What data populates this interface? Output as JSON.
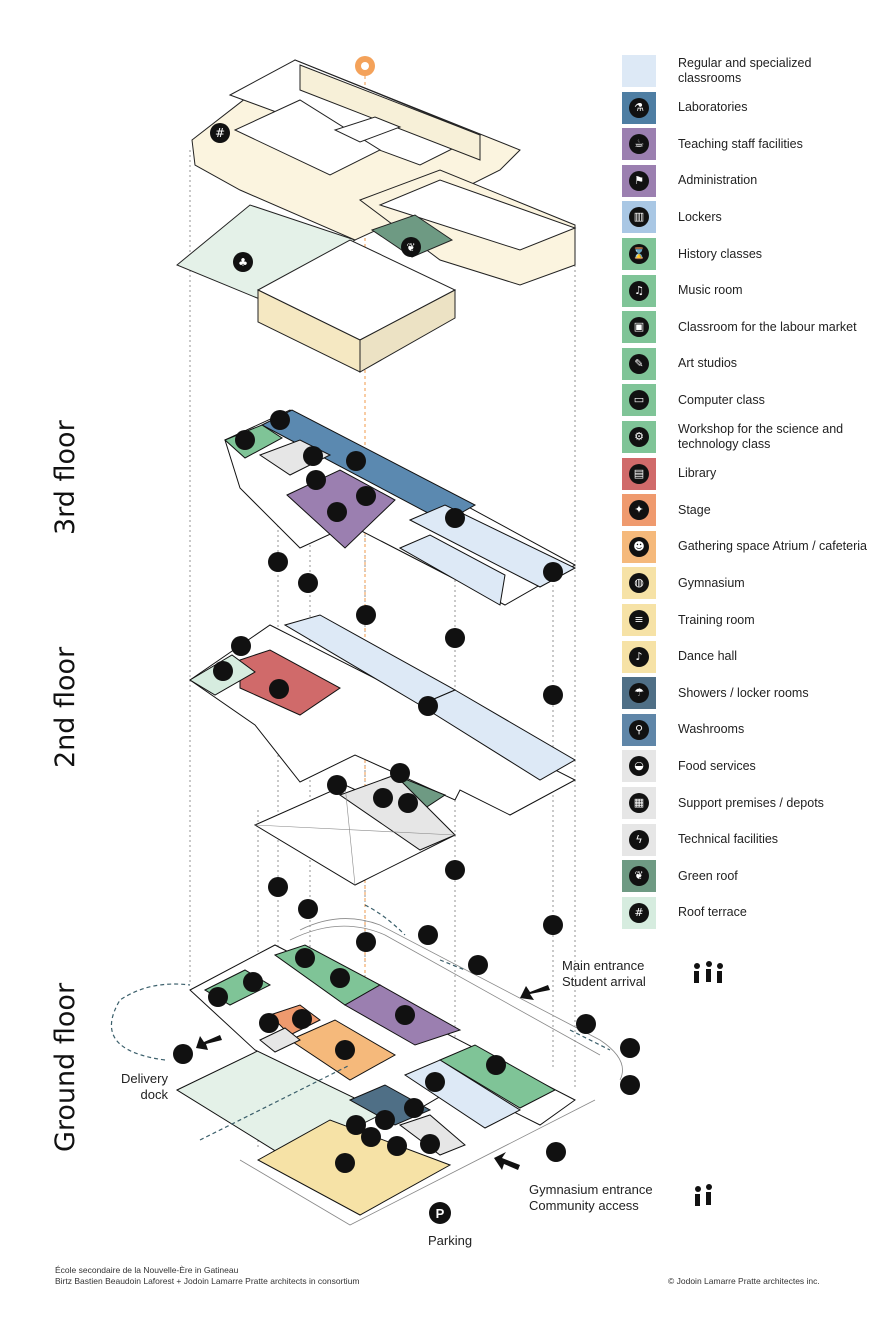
{
  "floors": {
    "third": "3rd floor",
    "second": "2nd floor",
    "ground": "Ground floor"
  },
  "callouts": {
    "main_entrance": [
      "Main entrance",
      "Student arrival"
    ],
    "gym_entrance": [
      "Gymnasium entrance",
      "Community access"
    ],
    "delivery": [
      "Delivery",
      "dock"
    ],
    "parking": "Parking",
    "parking_symbol": "P"
  },
  "legend": [
    {
      "label": "Regular and specialized classrooms",
      "color": "#dde9f6",
      "icon": "none"
    },
    {
      "label": "Laboratories",
      "color": "#4e7ea3",
      "icon": "flask-icon",
      "glyph": "⚗"
    },
    {
      "label": "Teaching staff facilities",
      "color": "#9b7fb0",
      "icon": "staff-icon",
      "glyph": "☕"
    },
    {
      "label": "Administration",
      "color": "#9b7fb0",
      "icon": "admin-icon",
      "glyph": "⚑"
    },
    {
      "label": "Lockers",
      "color": "#a9c7e4",
      "icon": "locker-icon",
      "glyph": "▥"
    },
    {
      "label": "History classes",
      "color": "#7fc497",
      "icon": "history-icon",
      "glyph": "⌛"
    },
    {
      "label": "Music room",
      "color": "#7fc497",
      "icon": "music-icon",
      "glyph": "♫"
    },
    {
      "label": "Classroom for the labour market",
      "color": "#7fc497",
      "icon": "briefcase-icon",
      "glyph": "▣"
    },
    {
      "label": "Art studios",
      "color": "#7fc497",
      "icon": "palette-icon",
      "glyph": "✎"
    },
    {
      "label": "Computer class",
      "color": "#7fc497",
      "icon": "monitor-icon",
      "glyph": "▭"
    },
    {
      "label": "Workshop for the science and technology class",
      "color": "#7fc497",
      "icon": "gear-icon",
      "glyph": "⚙"
    },
    {
      "label": "Library",
      "color": "#d06a6a",
      "icon": "library-icon",
      "glyph": "▤"
    },
    {
      "label": "Stage",
      "color": "#ef9a6e",
      "icon": "stage-icon",
      "glyph": "✦"
    },
    {
      "label": "Gathering space Atrium / cafeteria",
      "color": "#f5b97b",
      "icon": "gathering-icon",
      "glyph": "☻"
    },
    {
      "label": "Gymnasium",
      "color": "#f6e2a6",
      "icon": "basketball-icon",
      "glyph": "◍"
    },
    {
      "label": "Training room",
      "color": "#f6e2a6",
      "icon": "dumbbell-icon",
      "glyph": "≡"
    },
    {
      "label": "Dance hall",
      "color": "#f6e2a6",
      "icon": "dance-icon",
      "glyph": "♪"
    },
    {
      "label": "Showers / locker rooms",
      "color": "#4f6f86",
      "icon": "shower-icon",
      "glyph": "☂"
    },
    {
      "label": "Washrooms",
      "color": "#5f86a8",
      "icon": "washroom-icon",
      "glyph": "⚲"
    },
    {
      "label": "Food services",
      "color": "#e6e6e6",
      "icon": "food-icon",
      "glyph": "◒"
    },
    {
      "label": "Support premises / depots",
      "color": "#e6e6e6",
      "icon": "box-icon",
      "glyph": "▦"
    },
    {
      "label": "Technical facilities",
      "color": "#e6e6e6",
      "icon": "bolt-icon",
      "glyph": "ϟ"
    },
    {
      "label": "Green roof",
      "color": "#6e9a83",
      "icon": "leaf-icon",
      "glyph": "❦"
    },
    {
      "label": "Roof terrace",
      "color": "#d6ecdf",
      "icon": "terrace-icon",
      "glyph": "#"
    }
  ],
  "credits": {
    "line1": "École secondaire de la Nouvelle-Ère in Gatineau",
    "line2": "Birtz Bastien Beaudoin Laforest + Jodoin Lamarre Pratte architects in consortium",
    "copyright": "© Jodoin Lamarre Pratte architectes inc."
  }
}
